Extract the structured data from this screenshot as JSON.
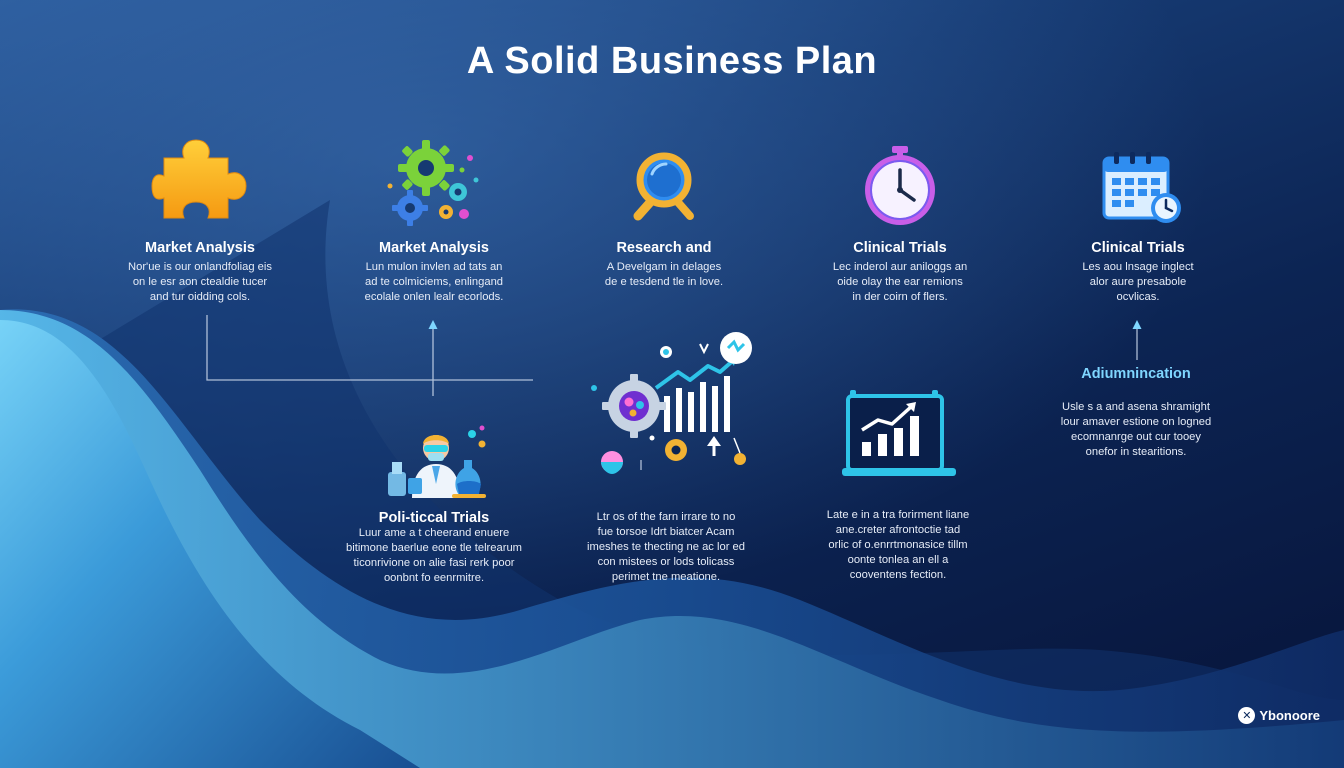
{
  "title": "A Solid Business Plan",
  "top_row": [
    {
      "icon": "puzzle-piece-icon",
      "heading": "Market Analysis",
      "lines": [
        "Nor'ue is our onlandfoliag eis",
        "on le esr aon ctealdie tucer",
        "and tur oidding cols."
      ]
    },
    {
      "icon": "gears-icon",
      "heading": "Market Analysis",
      "lines": [
        "Lun mulon invlen ad tats an",
        "ad te colmiciems, enlingand",
        "ecolale onlen lealr ecorlods."
      ]
    },
    {
      "icon": "magnifying-glass-icon",
      "heading": "Research and",
      "lines": [
        "A Develgam in delages",
        "de e tesdend tle in love."
      ]
    },
    {
      "icon": "stopwatch-icon",
      "heading": "Clinical Trials",
      "lines": [
        "Lec inderol aur aniloggs an",
        "oide olay the ear remions",
        "in der coirn of flers."
      ]
    },
    {
      "icon": "calendar-clock-icon",
      "heading": "Clinical Trials",
      "lines": [
        "Les aou lnsage inglect",
        "alor aure presabole",
        "ocvlicas."
      ]
    }
  ],
  "bottom_row": [
    {
      "icon": "scientist-lab-icon",
      "heading": "Poli-ticcal Trials",
      "lines": [
        "Luur ame a t cheerand enuere",
        "bitimone baerlue eone tle telrearum",
        "ticonrivione on alie fasi rerk poor",
        "oonbnt fo eenrmitre."
      ]
    },
    {
      "icon": "growth-chart-gear-icon",
      "heading": "",
      "lines": [
        "Ltr os of the farn irrare to no",
        "fue torsoe Idrt biatcer Acam",
        "imeshes te thecting ne ac lor ed",
        "con mistees or lods tolicass",
        "perimet tne meatione."
      ]
    },
    {
      "icon": "monitor-chart-icon",
      "heading": "",
      "lines": [
        "Late e in a tra forirment liane",
        "ane.creter afrontoctie tad",
        "orlic of o.enrrtmonasice tillm",
        "oonte tonlea an ell a",
        "cooventens fection."
      ]
    },
    {
      "icon": "",
      "heading": "Adiumnincation",
      "lines": [
        "Usle s a and asena shramight",
        "lour amaver estione on logned",
        "ecomnanrge out cur tooey",
        "onefor in stearitions."
      ]
    }
  ],
  "logo": {
    "mark": "✕",
    "text": "Ybonoore"
  }
}
